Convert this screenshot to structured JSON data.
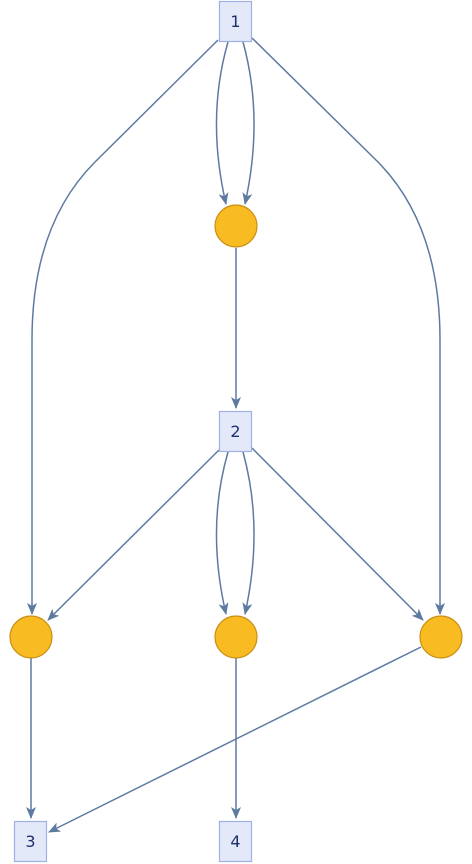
{
  "diagram": {
    "colors": {
      "edge": "#5d7aa1",
      "square_fill": "#e3e9f9",
      "square_stroke": "#9fb1e2",
      "square_text": "#1f2f6e",
      "circle_fill": "#f8bb22",
      "circle_stroke": "#c98f14"
    },
    "nodes": [
      {
        "id": "s1",
        "kind": "square",
        "label": "1"
      },
      {
        "id": "c1",
        "kind": "circle",
        "label": ""
      },
      {
        "id": "s2",
        "kind": "square",
        "label": "2"
      },
      {
        "id": "cL",
        "kind": "circle",
        "label": ""
      },
      {
        "id": "cM",
        "kind": "circle",
        "label": ""
      },
      {
        "id": "cR",
        "kind": "circle",
        "label": ""
      },
      {
        "id": "s3",
        "kind": "square",
        "label": "3"
      },
      {
        "id": "s4",
        "kind": "square",
        "label": "4"
      }
    ],
    "edges": [
      {
        "from": "s1",
        "to": "cL"
      },
      {
        "from": "s1",
        "to": "c1"
      },
      {
        "from": "s1",
        "to": "c1"
      },
      {
        "from": "s1",
        "to": "cR"
      },
      {
        "from": "c1",
        "to": "s2"
      },
      {
        "from": "s2",
        "to": "cL"
      },
      {
        "from": "s2",
        "to": "cM"
      },
      {
        "from": "s2",
        "to": "cM"
      },
      {
        "from": "s2",
        "to": "cR"
      },
      {
        "from": "cL",
        "to": "s3"
      },
      {
        "from": "cR",
        "to": "s3"
      },
      {
        "from": "cM",
        "to": "s4"
      }
    ]
  }
}
